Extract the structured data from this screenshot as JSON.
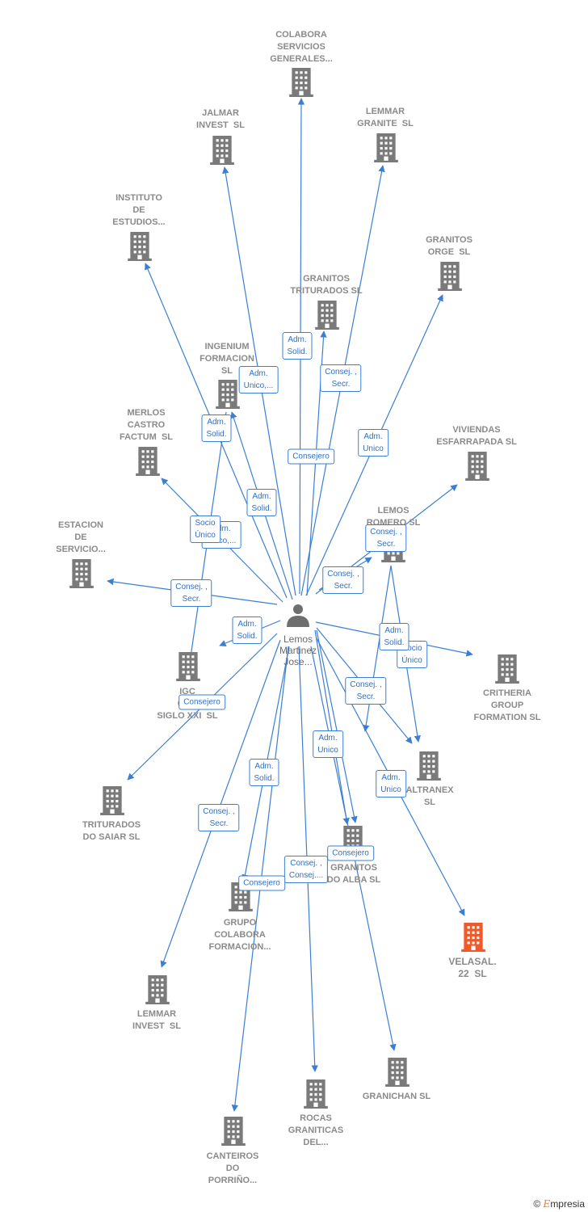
{
  "center": {
    "name": "Lemos\nMartinez\nJose..."
  },
  "colors": {
    "edge": "#3a7fd4",
    "building": "#7a7a7a",
    "highlight": "#f0592a"
  },
  "companies": [
    {
      "id": "colabora",
      "label": "COLABORA\nSERVICIOS\nGENERALES...",
      "highlight": false
    },
    {
      "id": "jalmar",
      "label": "JALMAR\nINVEST  SL",
      "highlight": false
    },
    {
      "id": "lemmar_granite",
      "label": "LEMMAR\nGRANITE  SL",
      "highlight": false
    },
    {
      "id": "instituto",
      "label": "INSTITUTO\nDE\nESTUDIOS...",
      "highlight": false
    },
    {
      "id": "granitos_orge",
      "label": "GRANITOS\nORGE  SL",
      "highlight": false
    },
    {
      "id": "granitos_triturados",
      "label": "GRANITOS\nTRITURADOS SL",
      "highlight": false
    },
    {
      "id": "ingenium",
      "label": "INGENIUM\nFORMACION\nSL",
      "highlight": false
    },
    {
      "id": "merlos",
      "label": "MERLOS\nCASTRO\nFACTUM  SL",
      "highlight": false
    },
    {
      "id": "viviendas",
      "label": "VIVIENDAS\nESFARRAPADA SL",
      "highlight": false
    },
    {
      "id": "lemos_romero",
      "label": "LEMOS\nROMERO SL",
      "highlight": false
    },
    {
      "id": "estacion",
      "label": "ESTACION\nDE\nSERVICIO...",
      "highlight": false
    },
    {
      "id": "critheria",
      "label": "CRITHERIA\nGROUP\nFORMATION SL",
      "highlight": false
    },
    {
      "id": "igc",
      "label": "IGC\nCON\nSIGLO XXI  SL",
      "highlight": false
    },
    {
      "id": "altranex",
      "label": "ALTRANEX\nSL",
      "highlight": false
    },
    {
      "id": "triturados_saiar",
      "label": "TRITURADOS\nDO SAIAR SL",
      "highlight": false
    },
    {
      "id": "granitos_alba",
      "label": "GRANITOS\nDO ALBA SL",
      "highlight": false
    },
    {
      "id": "grupo_colabora",
      "label": "GRUPO\nCOLABORA\nFORMACION...",
      "highlight": false
    },
    {
      "id": "velasal",
      "label": "VELASAL.\n22  SL",
      "highlight": true
    },
    {
      "id": "lemmar_invest",
      "label": "LEMMAR\nINVEST  SL",
      "highlight": false
    },
    {
      "id": "granichan",
      "label": "GRANICHAN SL",
      "highlight": false
    },
    {
      "id": "rocas",
      "label": "ROCAS\nGRANITICAS\nDEL...",
      "highlight": false
    },
    {
      "id": "canteiros",
      "label": "CANTEIROS\nDO\nPORRIÑO...",
      "highlight": false
    }
  ],
  "relations": [
    {
      "label": "Adm.\nSolid."
    },
    {
      "label": "Adm.\nUnico,..."
    },
    {
      "label": "Consej. ,\nSecr."
    },
    {
      "label": "Adm.\nSolid."
    },
    {
      "label": "Consejero"
    },
    {
      "label": "Adm.\nUnico"
    },
    {
      "label": "Adm.\nSolid."
    },
    {
      "label": "Socio\nÚnico"
    },
    {
      "label": "Adm.\nUnico,..."
    },
    {
      "label": "Consej. ,\nSecr."
    },
    {
      "label": "Consej. ,\nSecr."
    },
    {
      "label": "Consej. ,\nSecr."
    },
    {
      "label": "Adm.\nSolid."
    },
    {
      "label": "Adm.\nSolid."
    },
    {
      "label": "Socio\nÚnico"
    },
    {
      "label": "Consejero"
    },
    {
      "label": "Consej. ,\nSecr."
    },
    {
      "label": "Adm.\nUnico"
    },
    {
      "label": "Adm.\nSolid."
    },
    {
      "label": "Adm.\nUnico"
    },
    {
      "label": "Consej. ,\nSecr."
    },
    {
      "label": "Consejero"
    },
    {
      "label": "Consej. ,\nConsej...."
    },
    {
      "label": "Consejero"
    }
  ],
  "footer": {
    "copyright": "©",
    "brand_e": "E",
    "brand_rest": "mpresia"
  }
}
